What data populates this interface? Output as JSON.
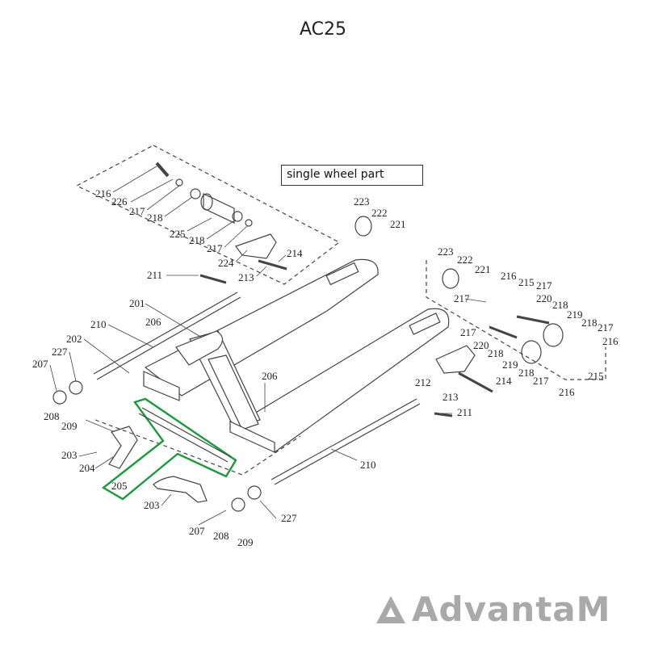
{
  "title": "AC25",
  "callout": {
    "label": "single wheel part"
  },
  "logo": {
    "text": "AdvantaM"
  },
  "colors": {
    "line": "#444444",
    "highlight": "#1a9a3a",
    "logo": "#a9a9a9"
  },
  "part_labels": [
    "216",
    "226",
    "217",
    "218",
    "225",
    "218",
    "217",
    "224",
    "213",
    "214",
    "223",
    "222",
    "221",
    "223",
    "222",
    "221",
    "216",
    "215",
    "217",
    "217",
    "220",
    "218",
    "219",
    "218",
    "217",
    "216",
    "217",
    "220",
    "218",
    "219",
    "218",
    "217",
    "216",
    "215",
    "212",
    "214",
    "213",
    "211",
    "211",
    "201",
    "210",
    "206",
    "202",
    "227",
    "207",
    "208",
    "209",
    "206",
    "203",
    "204",
    "205",
    "203",
    "207",
    "208",
    "209",
    "227",
    "210"
  ]
}
